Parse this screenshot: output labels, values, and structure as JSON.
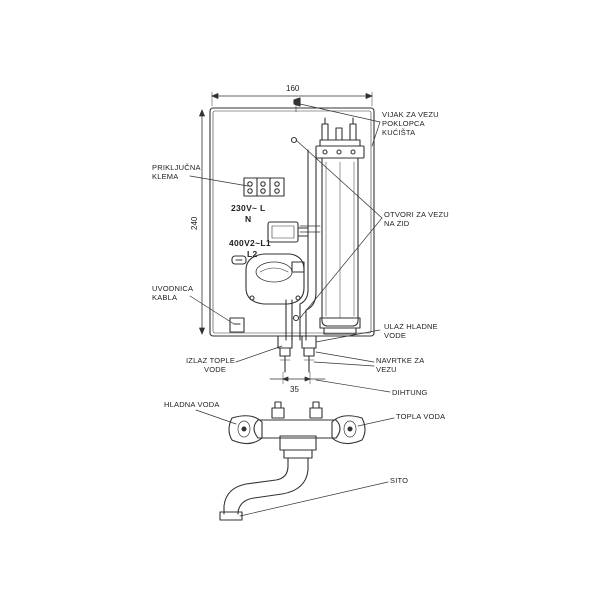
{
  "dimensions": {
    "width": "160",
    "height": "240",
    "pipe_spacing": "35"
  },
  "terminals": {
    "single_phase_l": "230V~ L",
    "single_phase_n": "N",
    "three_phase_l1": "400V2~L1",
    "three_phase_l2": "L2"
  },
  "labels": {
    "cover_screw": [
      "VIJAK ZA VEZU",
      "POKLOPCA",
      "KUĆIŠTA"
    ],
    "terminal_block": [
      "PRIKLJUČNA",
      "KLEMA"
    ],
    "wall_holes": [
      "OTVORI ZA VEZU",
      "NA ZID"
    ],
    "cable_gland": [
      "UVODNICA",
      "KABLA"
    ],
    "cold_inlet": [
      "ULAZ HLADNE",
      "VODE"
    ],
    "hot_outlet": [
      "IZLAZ TOPLE",
      "VODE"
    ],
    "connection_nuts": [
      "NAVRTKE ZA",
      "VEZU"
    ],
    "gasket": [
      "DIHTUNG"
    ],
    "cold_water": [
      "HLADNA VODA"
    ],
    "hot_water": [
      "TOPLA VODA"
    ],
    "strainer": [
      "SITO"
    ]
  },
  "colors": {
    "line": "#333333",
    "background": "#ffffff"
  }
}
